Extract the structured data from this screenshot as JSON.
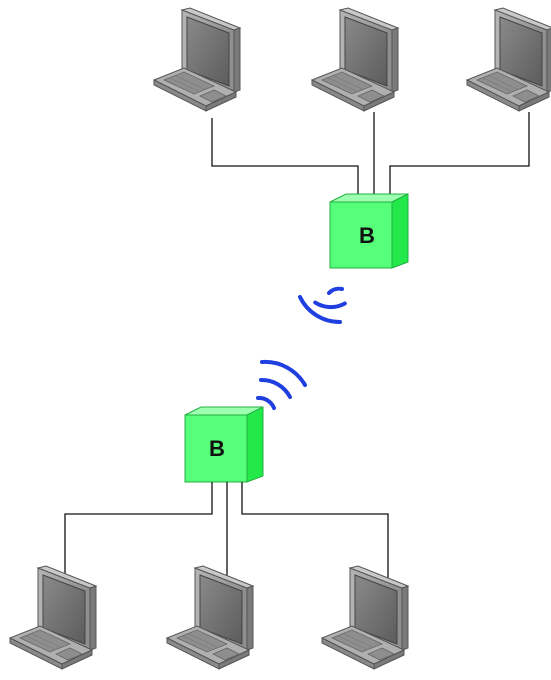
{
  "diagram": {
    "bridges": [
      {
        "id": "bridge-top",
        "label": "B"
      },
      {
        "id": "bridge-bottom",
        "label": "B"
      }
    ],
    "computers_per_segment": 3,
    "colors": {
      "bridge_front": "#55ff7a",
      "bridge_top": "#9dffb0",
      "bridge_side": "#22e84a",
      "wireless": "#1f3fe0",
      "cable": "#111111",
      "monitor": "#8c8c8c",
      "screen": "#6e6e6e"
    }
  }
}
